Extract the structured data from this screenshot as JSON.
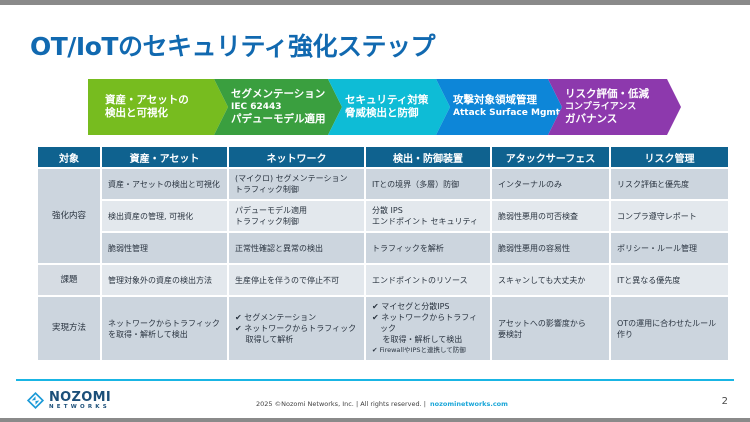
{
  "slide": {
    "title": "OT/IoTのセキュリティ強化ステップ",
    "page_number": "2"
  },
  "colors": {
    "title": "#1169b0",
    "table_header": "#0f628f",
    "footer_rule": "#19b5e4",
    "link": "#19a6d8",
    "chevron_1": "#77bc1f",
    "chevron_2": "#3a9f3f",
    "chevron_3": "#0ebcd6",
    "chevron_4": "#0d86d8",
    "chevron_5": "#8d39ad"
  },
  "chevrons": [
    {
      "color": "#77bc1f",
      "width": 140,
      "lines": [
        "資産・アセットの",
        "",
        "検出と可視化"
      ]
    },
    {
      "color": "#3a9f3f",
      "width": 128,
      "lines": [
        "セグメンテーション",
        "IEC 62443",
        "パデューモデル適用"
      ]
    },
    {
      "color": "#0ebcd6",
      "width": 122,
      "lines": [
        "セキュリティ対策",
        "",
        "脅威検出と防御"
      ]
    },
    {
      "color": "#0d86d8",
      "width": 126,
      "lines": [
        "攻撃対象領域管理",
        "Attack Surface Mgmt",
        ""
      ]
    },
    {
      "color": "#8d39ad",
      "width": 133,
      "lines": [
        "リスク評価・低減",
        "コンプライアンス",
        "ガバナンス"
      ]
    }
  ],
  "table": {
    "headers": [
      "対象",
      "資産・アセット",
      "ネットワーク",
      "検出・防御装置",
      "アタックサーフェス",
      "リスク管理"
    ],
    "row_labels": {
      "strengthening": "強化内容",
      "issues": "課題",
      "methods": "実現方法"
    },
    "strengthening": [
      {
        "asset": [
          "資産・アセットの検出と可視化"
        ],
        "network": [
          "(マイクロ) セグメンテーション",
          "トラフィック制御"
        ],
        "detection": [
          "ITとの境界（多層）防御"
        ],
        "attack_surface": [
          "インターナルのみ"
        ],
        "risk": [
          "リスク評価と優先度"
        ]
      },
      {
        "asset": [
          "検出資産の管理, 可視化"
        ],
        "network": [
          "パデューモデル適用",
          "トラフィック制御"
        ],
        "detection": [
          "分散 IPS",
          "エンドポイント セキュリティ"
        ],
        "attack_surface": [
          "脆弱性悪用の可否検査"
        ],
        "risk": [
          "コンプラ遵守レポート"
        ]
      },
      {
        "asset": [
          "脆弱性管理"
        ],
        "network": [
          "正常性確認と異常の検出"
        ],
        "detection": [
          "トラフィックを解析"
        ],
        "attack_surface": [
          "脆弱性悪用の容易性"
        ],
        "risk": [
          "ポリシー・ルール管理"
        ]
      }
    ],
    "issues": {
      "asset": [
        "管理対象外の資産の検出方法"
      ],
      "network": [
        "生産停止を伴うので停止不可"
      ],
      "detection": [
        "エンドポイントのリソース"
      ],
      "attack_surface": [
        "スキャンしても大丈夫か"
      ],
      "risk": [
        "ITと異なる優先度"
      ]
    },
    "methods": {
      "asset": [
        "ネットワークからトラフィック",
        "を取得・解析して検出"
      ],
      "network": [
        "✔ セグメンテーション",
        "✔ ネットワークからトラフィック",
        "　 取得して解析"
      ],
      "detection": [
        "✔ マイセグと分散IPS",
        "✔ ネットワークからトラフィック",
        "　 を取得・解析して検出",
        "✔ FirewallやIPSと連携して防御"
      ],
      "attack_surface": [
        "アセットへの影響度から",
        "要検討"
      ],
      "risk": [
        "OTの運用に合わせたルール作り"
      ]
    }
  },
  "footer": {
    "logo_line1": "NOZOMI",
    "logo_line2": "NETWORKS",
    "copyright": "2025 ©Nozomi Networks, Inc.  |  All rights reserved.  |",
    "website": "nozominetworks.com"
  }
}
